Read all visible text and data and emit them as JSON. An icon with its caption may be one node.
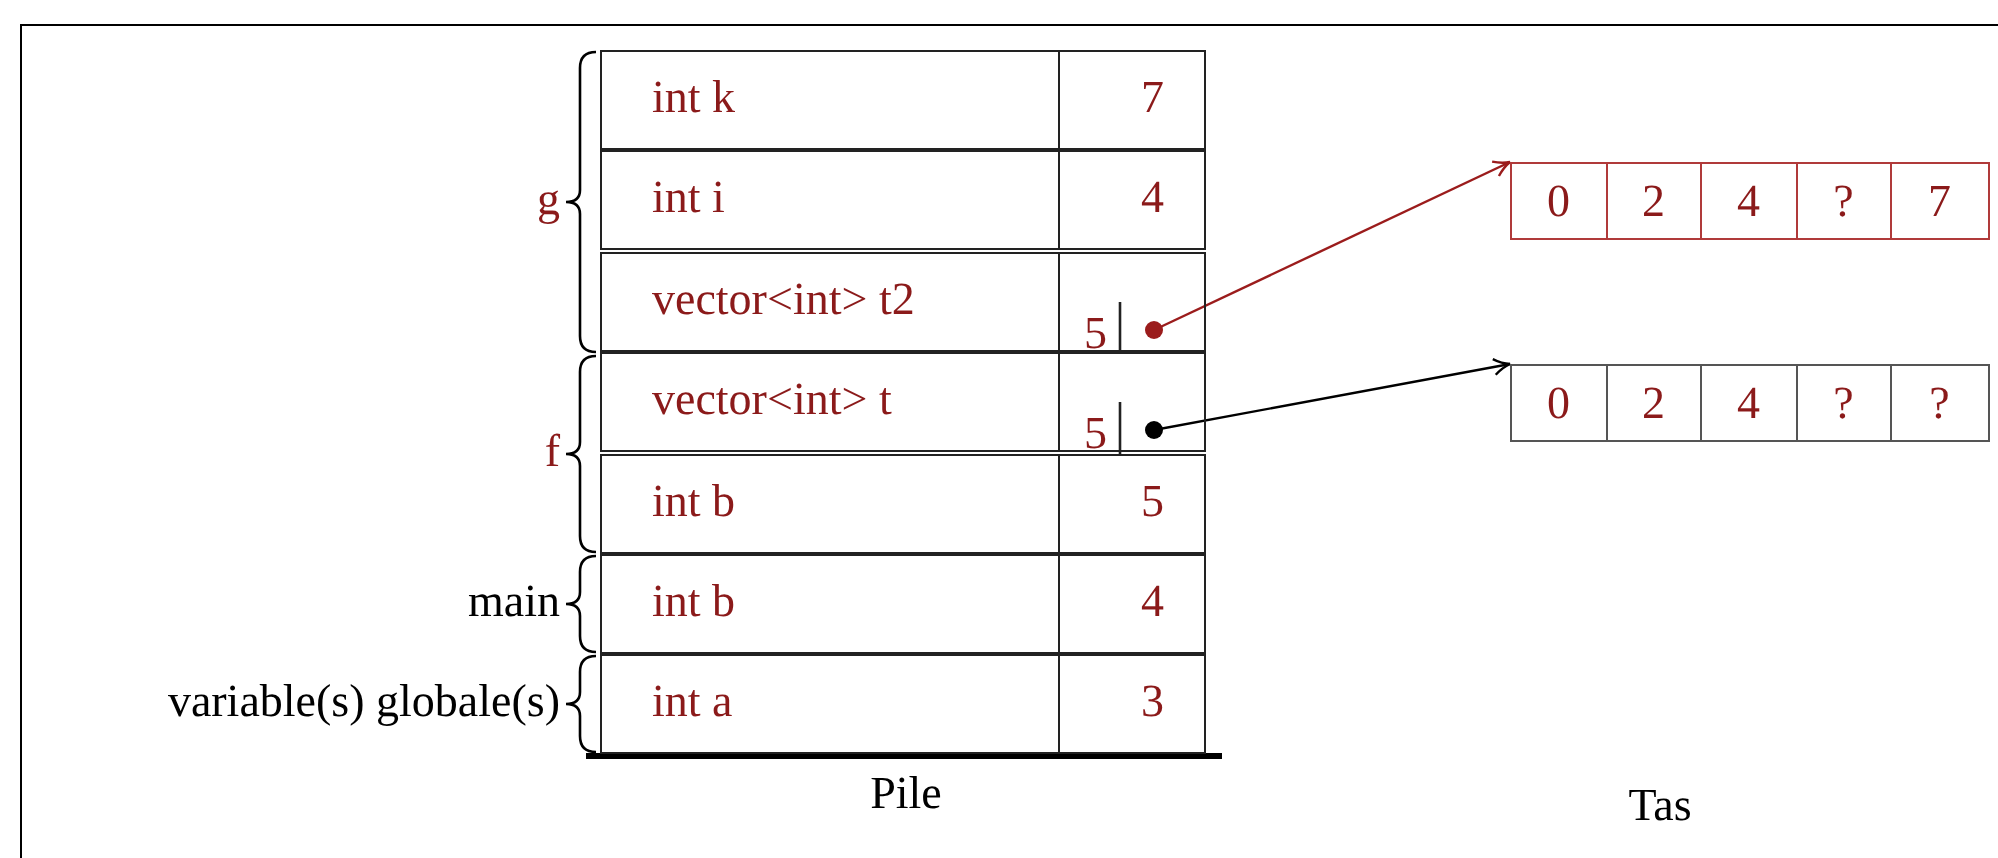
{
  "diagram": {
    "nodes": [
      {
        "text": [
          "int k",
          "7"
        ]
      },
      {
        "text": [
          "int i",
          "4"
        ]
      },
      {
        "text": [
          "vector<int> t2",
          "5"
        ]
      },
      {
        "text": [
          "vector<int> t",
          "5"
        ]
      },
      {
        "text": [
          "int b",
          "5"
        ]
      },
      {
        "text": [
          "int b",
          "4"
        ]
      },
      {
        "text": [
          "int a",
          "3"
        ]
      },
      {
        "text": [
          "0",
          "2",
          "4",
          "?",
          "7"
        ]
      },
      {
        "text": [
          "0",
          "2",
          "4",
          "?",
          "?"
        ]
      }
    ],
    "edges": [
      {
        "from": 2,
        "to": 7,
        "arrow": "to",
        "color": "#9b1c1c"
      },
      {
        "from": 3,
        "to": 8,
        "arrow": "to",
        "color": "#000000"
      }
    ],
    "labels": [
      "g",
      "f",
      "main",
      "variable(s) globale(s)",
      "Pile",
      "Tas"
    ]
  }
}
